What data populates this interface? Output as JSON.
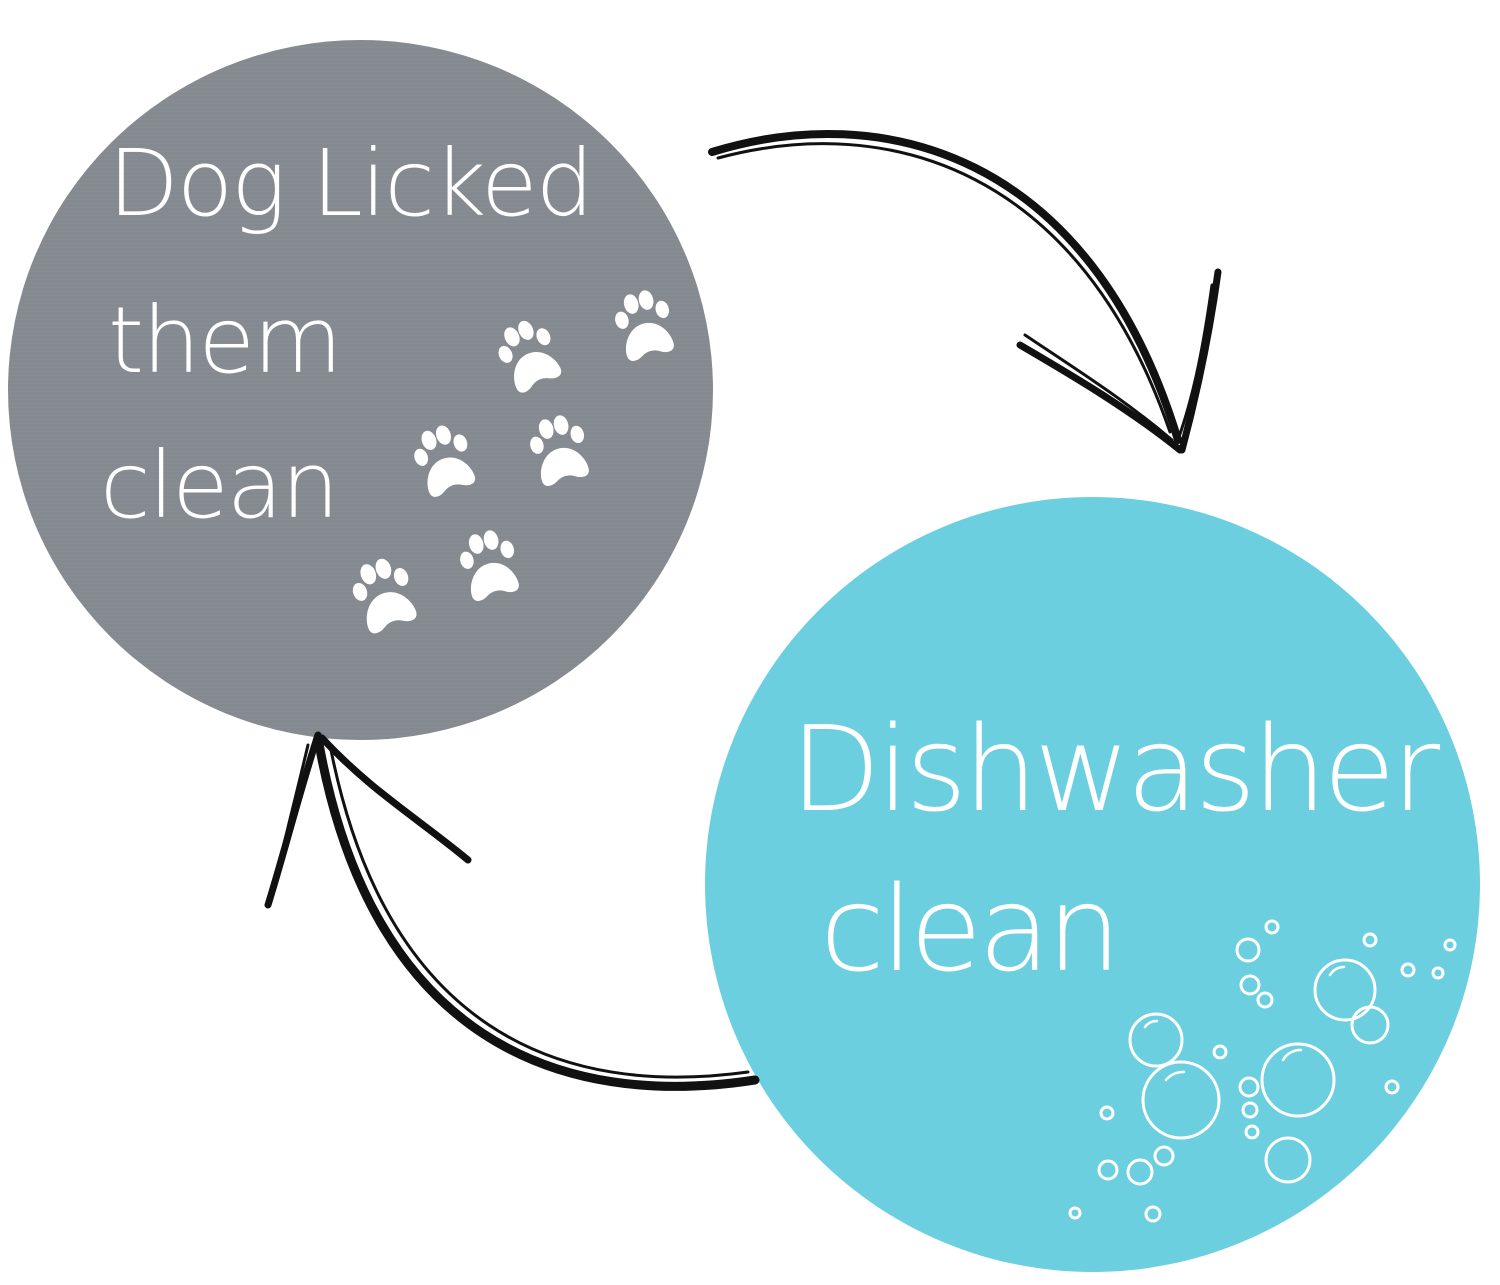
{
  "cards": {
    "grey": {
      "lines": [
        "Dog Licked",
        "them",
        "clean"
      ],
      "color": "#858a90",
      "decoration": "paw-print-icons"
    },
    "blue": {
      "lines": [
        "Dishwasher",
        "clean"
      ],
      "color": "#6ccfe0",
      "decoration": "bubble-icons"
    }
  },
  "arrows": {
    "color": "#111111",
    "icons": [
      "curved-arrow-down-icon",
      "curved-arrow-up-icon"
    ]
  }
}
